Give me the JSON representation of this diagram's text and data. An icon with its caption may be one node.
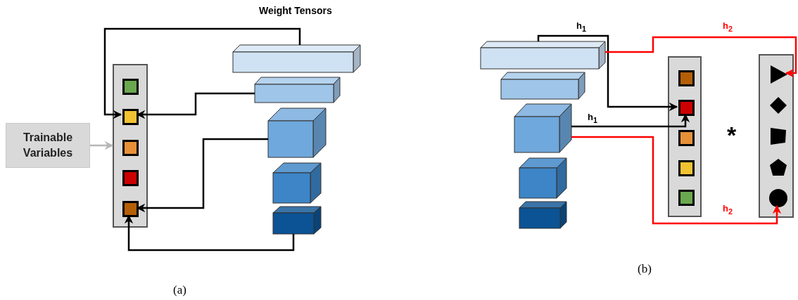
{
  "diagram": {
    "nodes": [
      {
        "text": [
          "Trainable Variables"
        ]
      },
      {
        "text": [],
        "shape": "box"
      },
      {
        "text": [],
        "shape": "square",
        "in": 1
      },
      {
        "text": [],
        "shape": "square",
        "in": 1
      },
      {
        "text": [],
        "shape": "square",
        "in": 1
      },
      {
        "text": [],
        "shape": "square",
        "in": 1
      },
      {
        "text": [],
        "shape": "square",
        "in": 1
      },
      {
        "text": [],
        "shape": "cuboid"
      },
      {
        "text": [],
        "shape": "cuboid"
      },
      {
        "text": [],
        "shape": "cuboid"
      },
      {
        "text": [],
        "shape": "cuboid"
      },
      {
        "text": [],
        "shape": "cuboid"
      },
      {
        "text": [],
        "shape": "cuboid"
      },
      {
        "text": [],
        "shape": "cuboid"
      },
      {
        "text": [],
        "shape": "cuboid"
      },
      {
        "text": [],
        "shape": "cuboid"
      },
      {
        "text": [],
        "shape": "cuboid"
      },
      {
        "text": [],
        "shape": "box"
      },
      {
        "text": [],
        "shape": "square",
        "in": 17
      },
      {
        "text": [],
        "shape": "square",
        "in": 17
      },
      {
        "text": [],
        "shape": "square",
        "in": 17
      },
      {
        "text": [],
        "shape": "square",
        "in": 17
      },
      {
        "text": [],
        "shape": "square",
        "in": 17
      },
      {
        "text": [],
        "shape": "box"
      },
      {
        "text": [],
        "shape": "triangle",
        "in": 23
      },
      {
        "text": [],
        "shape": "diamond",
        "in": 23
      },
      {
        "text": [],
        "shape": "trapezoid",
        "in": 23
      },
      {
        "text": [],
        "shape": "pentagon",
        "in": 23
      },
      {
        "text": [],
        "shape": "circle",
        "in": 23
      }
    ],
    "edges": [
      {
        "from": 0,
        "to": 1,
        "arrow": "to",
        "color": "#b7b7b7"
      },
      {
        "from": 7,
        "to": 3,
        "arrow": "to"
      },
      {
        "from": 8,
        "to": 3,
        "arrow": "to"
      },
      {
        "from": 9,
        "to": 6,
        "arrow": "to"
      },
      {
        "from": 11,
        "to": 6,
        "arrow": "to"
      },
      {
        "from": 12,
        "to": 19,
        "arrow": "to",
        "label": "h$_{1}$"
      },
      {
        "from": 12,
        "to": 24,
        "arrow": "to",
        "label": "h$_{2}$",
        "color": "#ff0000"
      },
      {
        "from": 14,
        "to": 19,
        "arrow": "to",
        "label": "h$_{1}$"
      },
      {
        "from": 14,
        "to": 28,
        "arrow": "to",
        "label": "h$_{2}$",
        "color": "#ff0000"
      }
    ],
    "labels": [
      "Weight Tensors",
      "*",
      "(b)",
      "(a)"
    ]
  }
}
